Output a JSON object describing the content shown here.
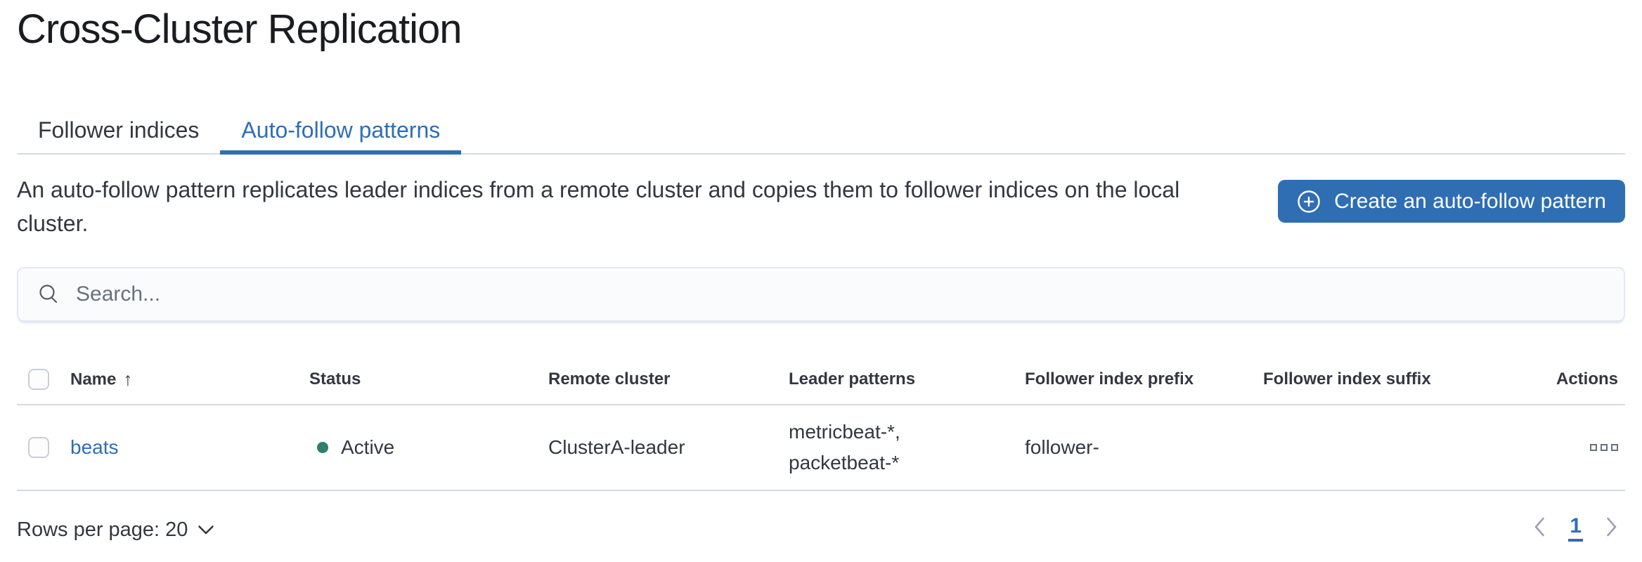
{
  "header": {
    "title": "Cross-Cluster Replication"
  },
  "tabs": {
    "follower": {
      "label": "Follower indices",
      "active": false
    },
    "autofollow": {
      "label": "Auto-follow patterns",
      "active": true
    }
  },
  "intro": {
    "description": "An auto-follow pattern replicates leader indices from a remote cluster and copies them to follower indices on the local cluster."
  },
  "actions": {
    "create_button_label": "Create an auto-follow pattern",
    "create_button_icon": "plus-in-circle-icon"
  },
  "search": {
    "placeholder": "Search...",
    "value": "",
    "icon": "search-icon"
  },
  "table": {
    "sort": {
      "column": "Name",
      "direction": "ascending",
      "arrow": "↑"
    },
    "columns": {
      "name": "Name",
      "status": "Status",
      "remote_cluster": "Remote cluster",
      "leader_patterns": "Leader patterns",
      "follower_index_prefix": "Follower index prefix",
      "follower_index_suffix": "Follower index suffix",
      "actions": "Actions"
    },
    "rows": [
      {
        "name": "beats",
        "status": "Active",
        "remote_cluster": "ClusterA-leader",
        "leader_patterns_line1": "metricbeat-*,",
        "leader_patterns_line2": "packetbeat-*",
        "follower_index_prefix": "follower-",
        "follower_index_suffix": "",
        "actions_icon": "boxes-horizontal-icon"
      }
    ]
  },
  "pagination": {
    "rows_per_page_label": "Rows per page: 20",
    "current_page": "1",
    "prev_icon": "chevron-left-icon",
    "next_icon": "chevron-right-icon"
  },
  "colors": {
    "primary_blue": "#2f6eb3",
    "status_active_dot": "#2f7e6e",
    "text": "#343741",
    "title_text": "#1a1c21",
    "subdued_text": "#69707d",
    "divider": "#d3dae6",
    "chevron_gray": "#98a2b3"
  }
}
